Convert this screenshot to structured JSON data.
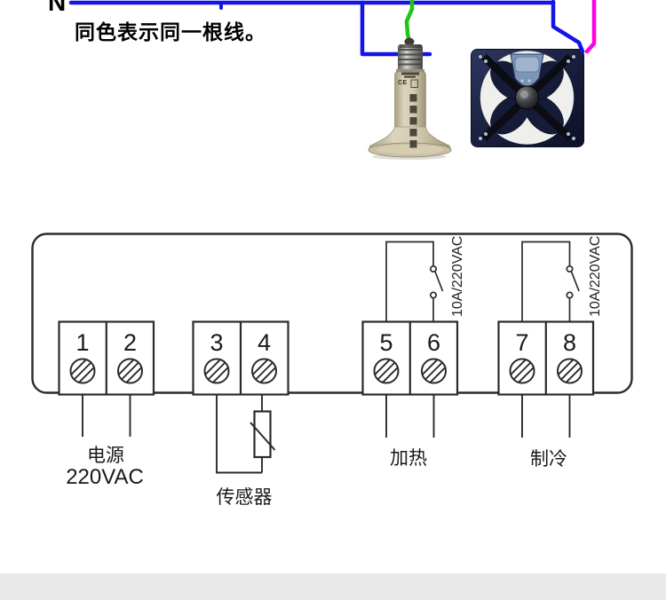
{
  "diagram": {
    "neutral_label": "N",
    "caption": "同色表示同一根线。",
    "wire_colors": {
      "blue": "#1414e8",
      "green": "#1ec513",
      "magenta": "#ff00e4"
    },
    "devices": {
      "heat_lamp_marking": "CE"
    },
    "controller": {
      "terminals": [
        "1",
        "2",
        "3",
        "4",
        "5",
        "6",
        "7",
        "8"
      ],
      "relay_rating": "10A/220VAC",
      "labels": {
        "power": "电源",
        "power_voltage": "220VAC",
        "sensor": "传感器",
        "heating": "加热",
        "cooling": "制冷"
      }
    }
  }
}
